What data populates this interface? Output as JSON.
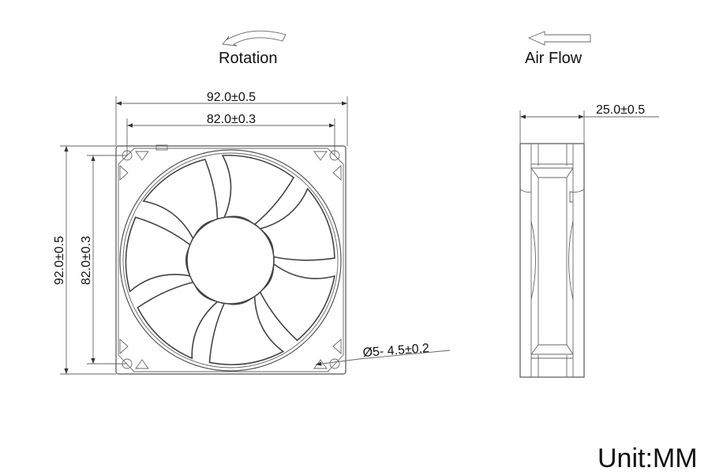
{
  "labels": {
    "rotation": "Rotation",
    "air_flow": "Air Flow",
    "unit": "Unit:MM"
  },
  "dimensions": {
    "outer_width": "92.0±0.5",
    "hole_spacing_width": "82.0±0.3",
    "outer_height": "92.0±0.5",
    "hole_spacing_height": "82.0±0.3",
    "thickness": "25.0±0.5",
    "mount_holes": "Ø5- 4.5±0.2"
  },
  "fan": {
    "blade_count": 7
  }
}
